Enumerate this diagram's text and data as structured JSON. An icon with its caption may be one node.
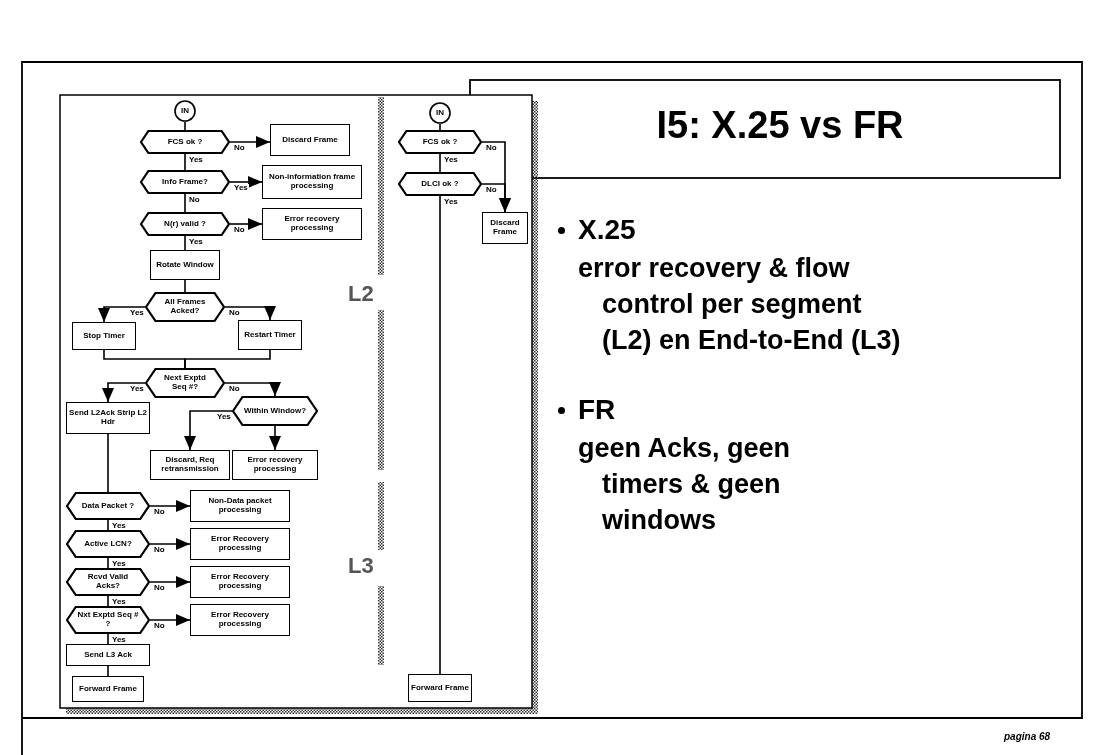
{
  "diagram": {
    "title": "I5: X.25 vs FR",
    "nodes": [
      {
        "text": [
          "IN"
        ]
      },
      {
        "text": [
          "FCS ok ?"
        ]
      },
      {
        "text": [
          "Discard Frame"
        ]
      },
      {
        "text": [
          "Info Frame?"
        ]
      },
      {
        "text": [
          "Non-information frame processing"
        ]
      },
      {
        "text": [
          "N(r) valid ?"
        ]
      },
      {
        "text": [
          "Error recovery processing"
        ]
      },
      {
        "text": [
          "Rotate Window"
        ]
      },
      {
        "text": [
          "All Frames Acked?"
        ]
      },
      {
        "text": [
          "Stop Timer"
        ]
      },
      {
        "text": [
          "Restart Timer"
        ]
      },
      {
        "text": [
          "Next Exptd Seq #?"
        ]
      },
      {
        "text": [
          "Send L2Ack Strip L2 Hdr"
        ]
      },
      {
        "text": [
          "Within Window?"
        ]
      },
      {
        "text": [
          "Discard, Req retransmission"
        ]
      },
      {
        "text": [
          "Error recovery processing"
        ]
      },
      {
        "text": [
          "Data Packet ?"
        ]
      },
      {
        "text": [
          "Non-Data packet processing"
        ]
      },
      {
        "text": [
          "Active LCN?"
        ]
      },
      {
        "text": [
          "Error Recovery processing"
        ]
      },
      {
        "text": [
          "Rcvd Valid Acks?"
        ]
      },
      {
        "text": [
          "Error Recovery processing"
        ]
      },
      {
        "text": [
          "Nxt Exptd Seq # ?"
        ]
      },
      {
        "text": [
          "Error Recovery processing"
        ]
      },
      {
        "text": [
          "Send L3 Ack"
        ]
      },
      {
        "text": [
          "Forward Frame"
        ]
      },
      {
        "text": [
          "IN"
        ]
      },
      {
        "text": [
          "FCS ok ?"
        ]
      },
      {
        "text": [
          "DLCI ok ?"
        ]
      },
      {
        "text": [
          "Discard Frame"
        ]
      },
      {
        "text": [
          "Forward Frame"
        ]
      }
    ],
    "edges": [
      {
        "from": 0,
        "to": 1,
        "arrow": "none"
      },
      {
        "from": 1,
        "to": 2,
        "arrow": "to",
        "label": "No"
      },
      {
        "from": 1,
        "to": 3,
        "arrow": "none",
        "label": "Yes"
      },
      {
        "from": 3,
        "to": 4,
        "arrow": "to",
        "label": "Yes"
      },
      {
        "from": 3,
        "to": 5,
        "arrow": "none",
        "label": "No"
      },
      {
        "from": 5,
        "to": 6,
        "arrow": "to",
        "label": "No"
      },
      {
        "from": 5,
        "to": 7,
        "arrow": "none",
        "label": "Yes"
      },
      {
        "from": 7,
        "to": 8,
        "arrow": "none"
      },
      {
        "from": 8,
        "to": 9,
        "arrow": "to",
        "label": "Yes"
      },
      {
        "from": 8,
        "to": 10,
        "arrow": "to",
        "label": "No"
      },
      {
        "from": 9,
        "to": 11,
        "arrow": "none"
      },
      {
        "from": 10,
        "to": 11,
        "arrow": "none"
      },
      {
        "from": 11,
        "to": 12,
        "arrow": "to",
        "label": "Yes"
      },
      {
        "from": 11,
        "to": 13,
        "arrow": "to",
        "label": "No"
      },
      {
        "from": 13,
        "to": 14,
        "arrow": "to",
        "label": "Yes"
      },
      {
        "from": 13,
        "to": 15,
        "arrow": "to"
      },
      {
        "from": 12,
        "to": 16,
        "arrow": "none"
      },
      {
        "from": 16,
        "to": 17,
        "arrow": "to",
        "label": "No"
      },
      {
        "from": 16,
        "to": 18,
        "arrow": "none",
        "label": "Yes"
      },
      {
        "from": 18,
        "to": 19,
        "arrow": "to",
        "label": "No"
      },
      {
        "from": 18,
        "to": 20,
        "arrow": "none",
        "label": "Yes"
      },
      {
        "from": 20,
        "to": 21,
        "arrow": "to",
        "label": "No"
      },
      {
        "from": 20,
        "to": 22,
        "arrow": "none",
        "label": "Yes"
      },
      {
        "from": 22,
        "to": 23,
        "arrow": "to",
        "label": "No"
      },
      {
        "from": 22,
        "to": 24,
        "arrow": "none",
        "label": "Yes"
      },
      {
        "from": 24,
        "to": 25,
        "arrow": "none"
      },
      {
        "from": 26,
        "to": 27,
        "arrow": "none"
      },
      {
        "from": 27,
        "to": 28,
        "arrow": "none",
        "label": "Yes"
      },
      {
        "from": 27,
        "to": 29,
        "arrow": "to",
        "label": "No"
      },
      {
        "from": 28,
        "to": 29,
        "arrow": "to",
        "label": "No"
      },
      {
        "from": 28,
        "to": 30,
        "arrow": "none",
        "label": "Yes"
      }
    ],
    "labels": [
      "L2",
      "L3",
      "X.25",
      "error recovery & flow control per segment (L2) en End-to-End (L3)",
      "FR",
      "geen Acks, geen timers & geen windows",
      "pagina 68"
    ]
  }
}
